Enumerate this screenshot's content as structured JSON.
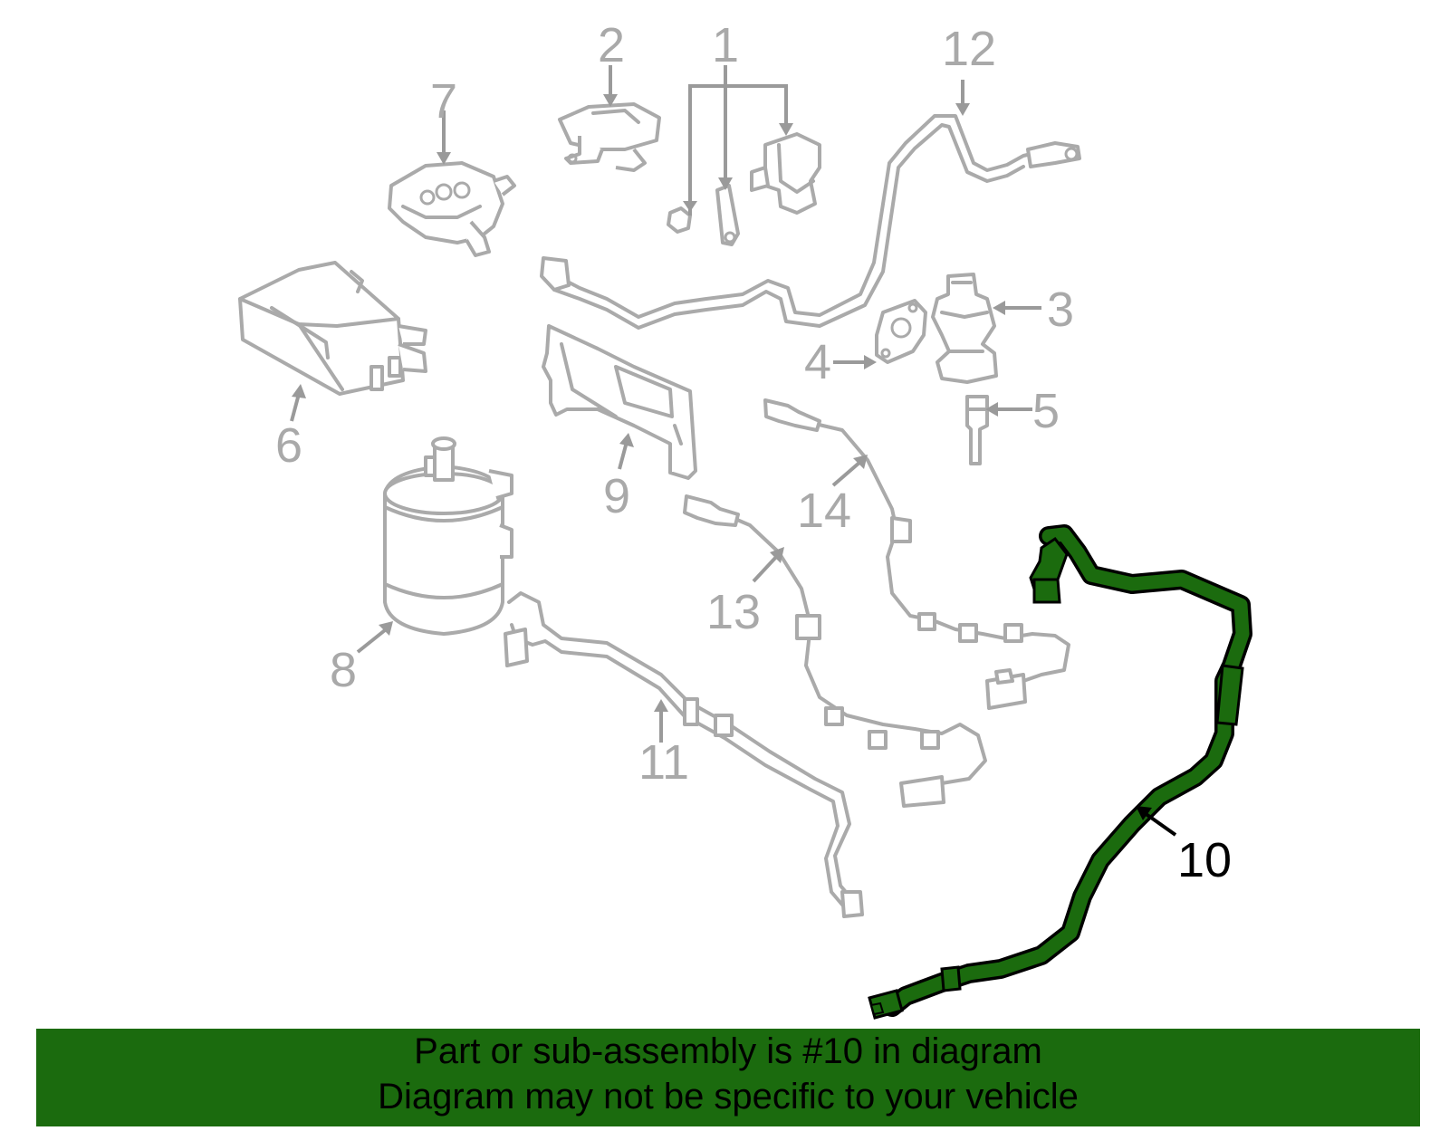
{
  "callouts": {
    "c1": "1",
    "c2": "2",
    "c3": "3",
    "c4": "4",
    "c5": "5",
    "c6": "6",
    "c7": "7",
    "c8": "8",
    "c9": "9",
    "c10": "10",
    "c11": "11",
    "c12": "12",
    "c13": "13",
    "c14": "14"
  },
  "highlight": {
    "part": "10",
    "color": "#1b6b0e"
  },
  "banner": {
    "line1": "Part or sub-assembly is #10 in diagram",
    "line2": "Diagram may not be specific to your vehicle",
    "color": "#1b6b0e"
  }
}
